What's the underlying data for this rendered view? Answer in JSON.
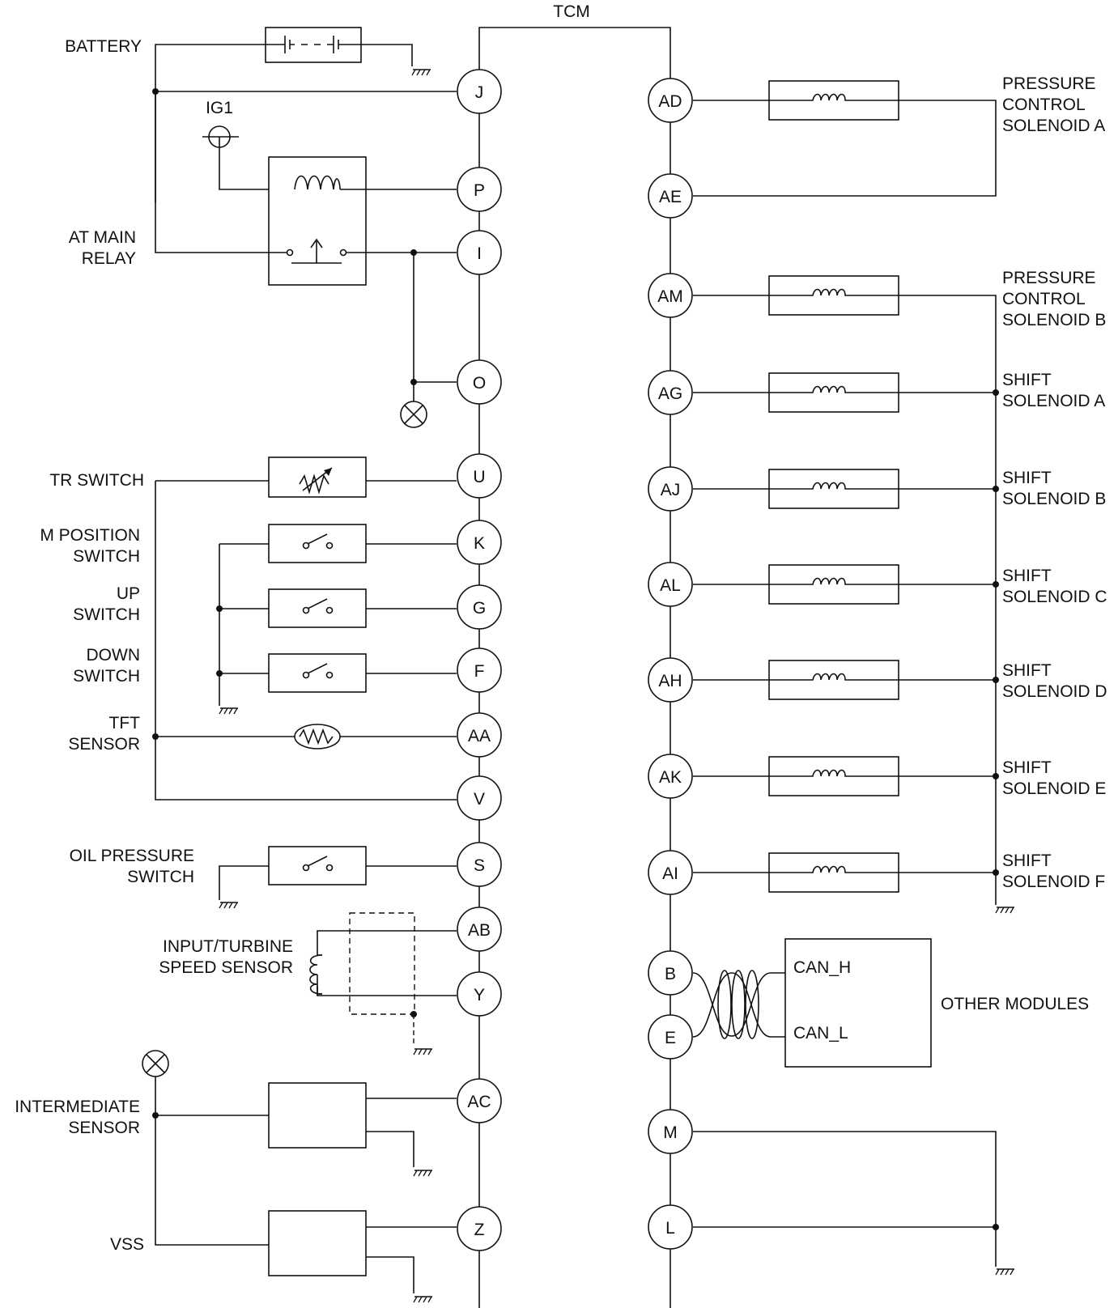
{
  "tcm": "TCM",
  "labels": {
    "battery": "BATTERY",
    "ig1": "IG1",
    "at_main_relay": [
      "AT MAIN",
      "RELAY"
    ],
    "tr_switch": "TR SWITCH",
    "m_position_switch": [
      "M POSITION",
      "SWITCH"
    ],
    "up_switch": [
      "UP",
      "SWITCH"
    ],
    "down_switch": [
      "DOWN",
      "SWITCH"
    ],
    "tft_sensor": [
      "TFT",
      "SENSOR"
    ],
    "oil_pressure_switch": [
      "OIL PRESSURE",
      "SWITCH"
    ],
    "input_turbine_speed_sensor": [
      "INPUT/TURBINE",
      "SPEED SENSOR"
    ],
    "intermediate_sensor": [
      "INTERMEDIATE",
      "SENSOR"
    ],
    "vss": "VSS",
    "pcs_a": [
      "PRESSURE",
      "CONTROL",
      "SOLENOID A"
    ],
    "pcs_b": [
      "PRESSURE",
      "CONTROL",
      "SOLENOID B"
    ],
    "shift_a": [
      "SHIFT",
      "SOLENOID A"
    ],
    "shift_b": [
      "SHIFT",
      "SOLENOID B"
    ],
    "shift_c": [
      "SHIFT",
      "SOLENOID C"
    ],
    "shift_d": [
      "SHIFT",
      "SOLENOID D"
    ],
    "shift_e": [
      "SHIFT",
      "SOLENOID E"
    ],
    "shift_f": [
      "SHIFT",
      "SOLENOID F"
    ],
    "can_h": "CAN_H",
    "can_l": "CAN_L",
    "other_modules": "OTHER MODULES"
  },
  "left_pins": [
    "J",
    "P",
    "I",
    "O",
    "U",
    "K",
    "G",
    "F",
    "AA",
    "V",
    "S",
    "AB",
    "Y",
    "AC",
    "Z"
  ],
  "right_pins": [
    "AD",
    "AE",
    "AM",
    "AG",
    "AJ",
    "AL",
    "AH",
    "AK",
    "AI",
    "B",
    "E",
    "M",
    "L"
  ]
}
